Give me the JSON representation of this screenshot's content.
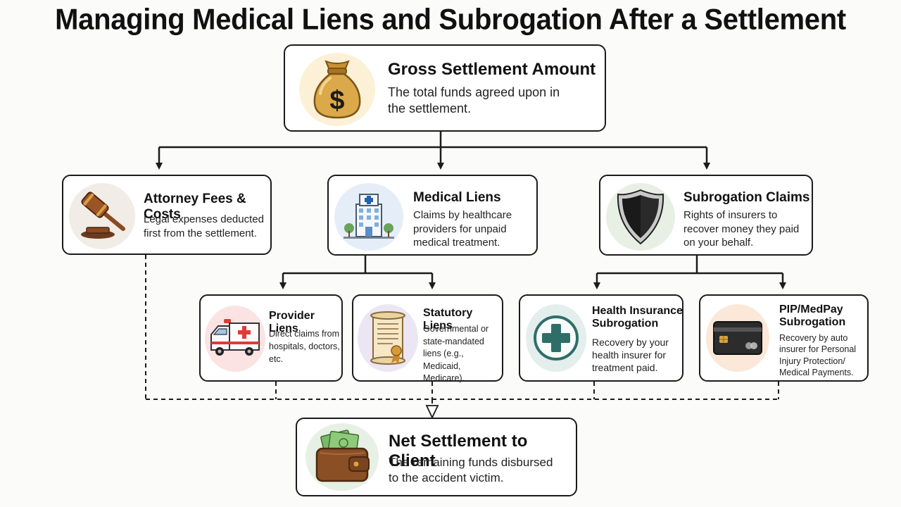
{
  "title": "Managing Medical Liens and Subrogation After a Settlement",
  "nodes": {
    "gross": {
      "title": "Gross Settlement Amount",
      "description": "The total funds agreed upon in the settlement.",
      "icon": "money-bag-icon"
    },
    "attorney": {
      "title": "Attorney Fees & Costs",
      "description": "Legal expenses deducted first from the settlement.",
      "icon": "gavel-icon"
    },
    "medical": {
      "title": "Medical Liens",
      "description": "Claims by healthcare providers for unpaid medical treatment.",
      "icon": "hospital-icon"
    },
    "subrogation": {
      "title": "Subrogation Claims",
      "description": "Rights of insurers to recover money they paid on your behalf.",
      "icon": "shield-icon"
    },
    "provider": {
      "title": "Provider Liens",
      "description": "Direct claims from hospitals, doctors, etc.",
      "icon": "ambulance-icon"
    },
    "statutory": {
      "title": "Statutory Liens",
      "description": "Governmental or state-mandated liens (e.g., Medicaid, Medicare).",
      "icon": "scroll-icon"
    },
    "health": {
      "title": "Health Insurance Subrogation",
      "description": "Recovery by your health insurer for treatment paid.",
      "icon": "medical-cross-icon"
    },
    "pip": {
      "title": "PIP/MedPay Subrogation",
      "description": "Recovery by auto insurer for Personal Injury Protection/ Medical Payments.",
      "icon": "credit-card-icon"
    },
    "net": {
      "title": "Net Settlement to Client",
      "description": "The remaining funds disbursed to the accident victim.",
      "icon": "wallet-icon"
    }
  },
  "colors": {
    "border": "#1b1b1b",
    "background": "#fbfbfa",
    "money_gold": "#d9a441",
    "cross_teal": "#2f6e68",
    "ambulance_red": "#d93a35"
  }
}
